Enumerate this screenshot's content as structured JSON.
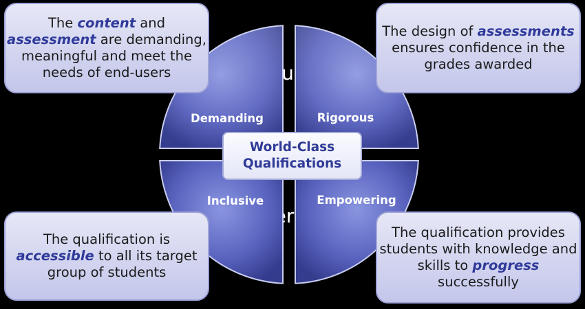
{
  "center": {
    "line1": "World-Class",
    "line2": "Qualifications"
  },
  "quadrants": [
    {
      "id": "demanding",
      "label": "Demanding"
    },
    {
      "id": "rigorous",
      "label": "Rigorous"
    },
    {
      "id": "inclusive",
      "label": "Inclusive"
    },
    {
      "id": "empowering",
      "label": "Empowering"
    }
  ],
  "background_fragments": {
    "top": "ous",
    "bottom": "ver"
  },
  "callouts": {
    "top_left": "The <em>content</em> and <em>assessment</em> are demanding, meaningful and meet the needs of end-users",
    "top_right": "The design of <em>assessments</em> ensures confidence in the grades awarded",
    "bottom_left": "The qualification is <em>accessible</em> to all its target group of students",
    "bottom_right": "The qualification provides students with knowledge and skills to <em>progress</em> successfully"
  },
  "colors": {
    "background": "#000000",
    "quadrant_light": "#7b86d6",
    "quadrant_dark": "#3b449a",
    "emphasis_text": "#2f3a9a",
    "callout_fill": "#d2d4ef"
  }
}
